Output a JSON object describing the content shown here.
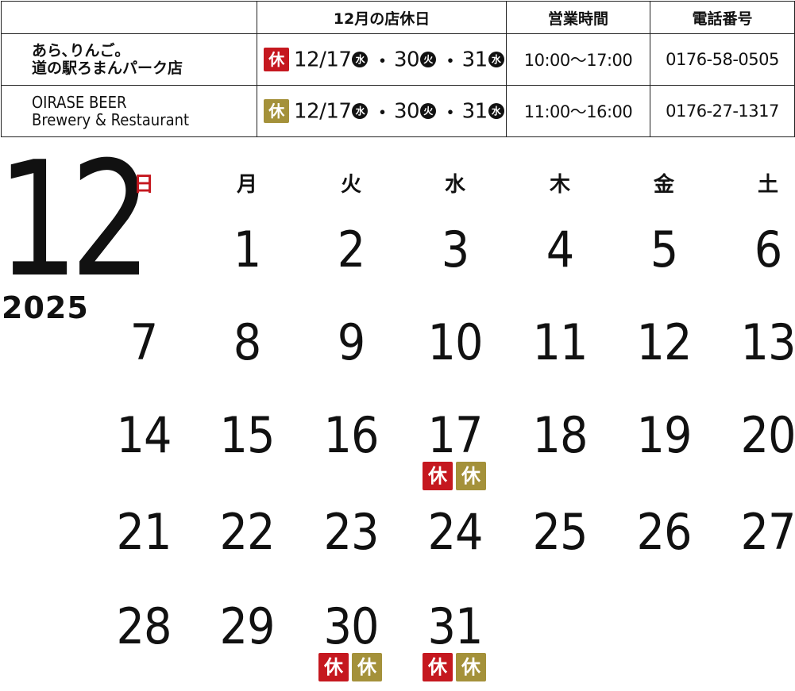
{
  "colors": {
    "red": "#c5181f",
    "gold": "#a4913a",
    "text": "#111111"
  },
  "table": {
    "headers": [
      "",
      "12月の店休日",
      "営業時間",
      "電話番号"
    ],
    "rows": [
      {
        "store_line1": "あら､りんご｡",
        "store_line2": "道の駅ろまんパーク店",
        "badge": "休",
        "badge_color": "red",
        "holidays": [
          {
            "date": "12/17",
            "weekday": "水"
          },
          {
            "date": "30",
            "weekday": "火"
          },
          {
            "date": "31",
            "weekday": "水"
          }
        ],
        "separator": "・",
        "hours": "10:00～17:00",
        "tel": "0176-58-0505"
      },
      {
        "store_line1": "OIRASE BEER",
        "store_line2": "Brewery & Restaurant",
        "badge": "休",
        "badge_color": "gold",
        "holidays": [
          {
            "date": "12/17",
            "weekday": "水"
          },
          {
            "date": "30",
            "weekday": "火"
          },
          {
            "date": "31",
            "weekday": "水"
          }
        ],
        "separator": "・",
        "hours": "11:00～16:00",
        "tel": "0176-27-1317"
      }
    ]
  },
  "calendar": {
    "month": "12",
    "year": "2025",
    "weekdays": [
      "日",
      "月",
      "火",
      "水",
      "木",
      "金",
      "土"
    ],
    "sunday_color": "#c5181f",
    "first_weekday": 1,
    "days_in_month": 31,
    "holiday_badge": "休",
    "closed_days": [
      {
        "day": 17,
        "badges": [
          "red",
          "gold"
        ]
      },
      {
        "day": 30,
        "badges": [
          "red",
          "gold"
        ]
      },
      {
        "day": 31,
        "badges": [
          "red",
          "gold"
        ]
      }
    ]
  }
}
